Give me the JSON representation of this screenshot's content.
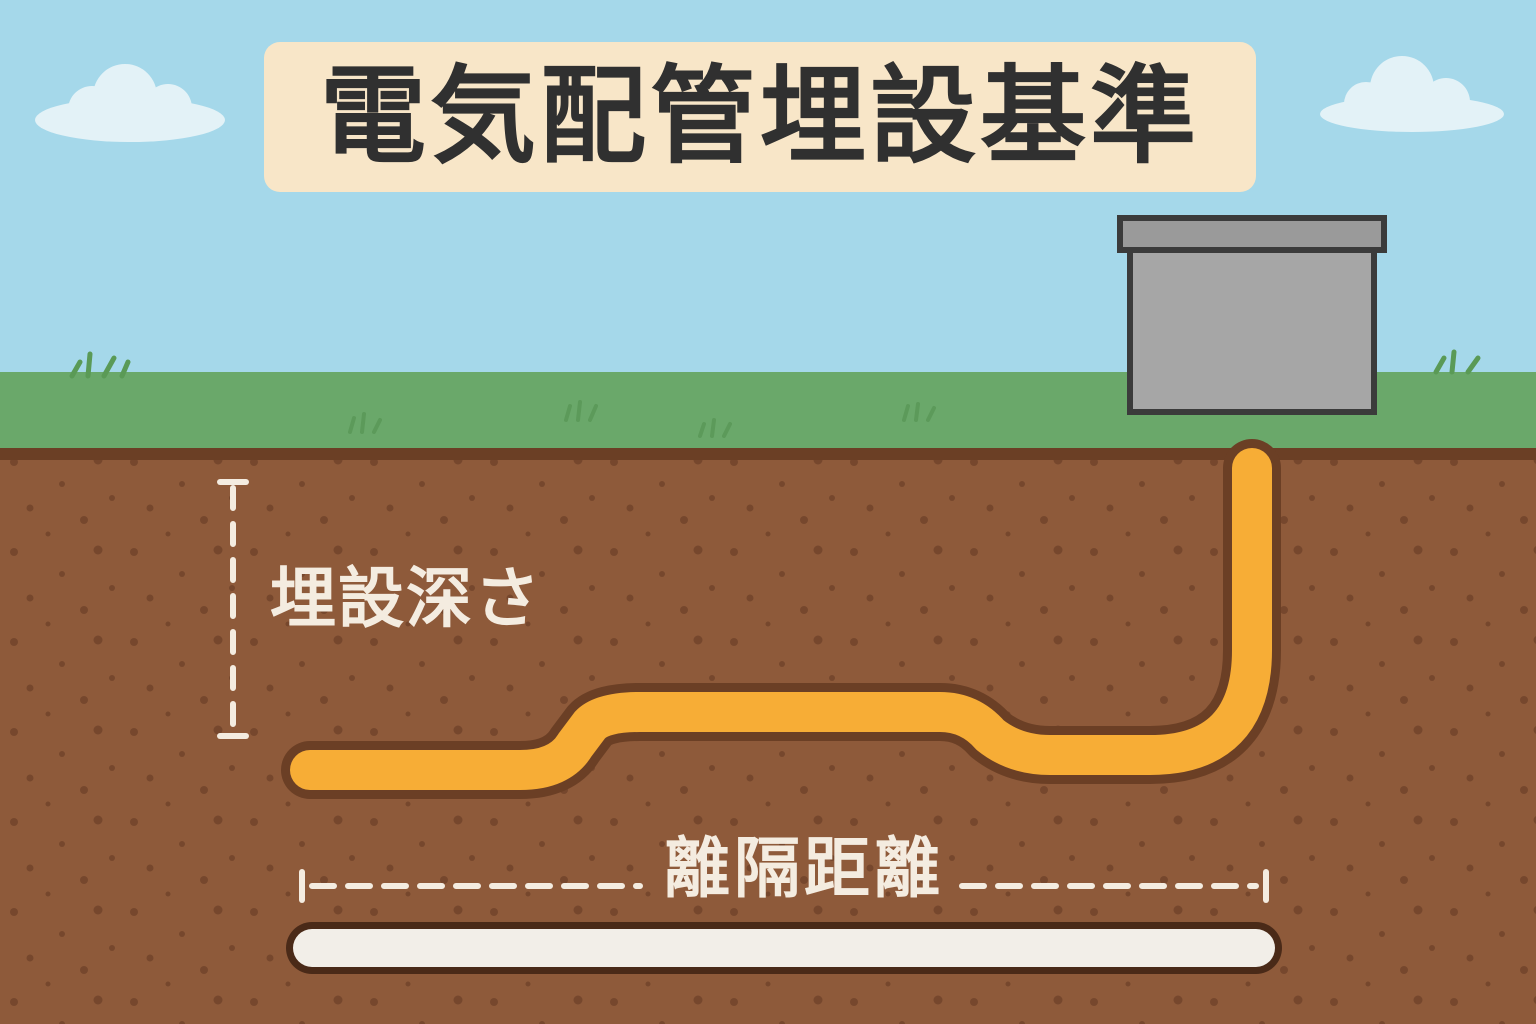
{
  "title": "電気配管埋設基準",
  "labels": {
    "burial_depth": "埋設深さ",
    "separation_distance": "離隔距離"
  },
  "colors": {
    "sky": "#a5d8ea",
    "title_background": "#f8e6c8",
    "title_text": "#303030",
    "grass": "#6aa86a",
    "soil": "#8e5a3a",
    "conduit": "#f7ad36",
    "label_text": "#f4ece0",
    "box": "#a6a6a6",
    "other_pipe": "#f2eee8"
  },
  "icons": [
    "cloud-icon",
    "grass-tuft-icon",
    "electrical-box-icon"
  ]
}
